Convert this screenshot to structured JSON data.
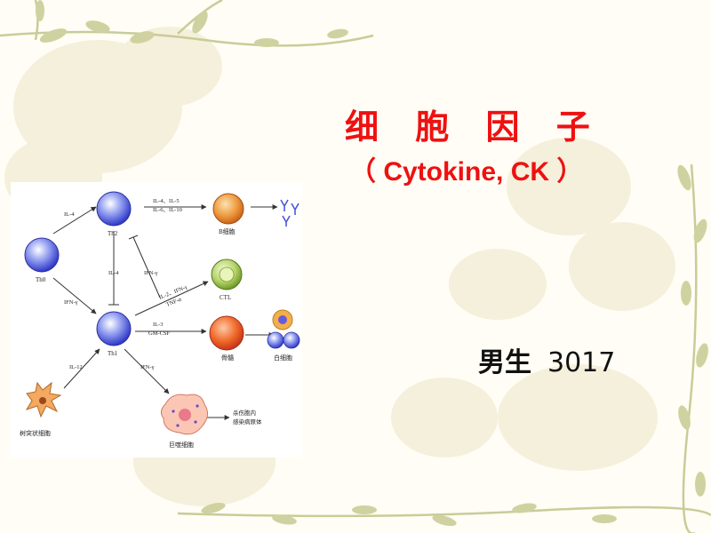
{
  "slide": {
    "title": "细 胞 因 子",
    "subtitle": "（ Cytokine, CK ）",
    "author_name": "男生",
    "author_number": "3017"
  },
  "colors": {
    "title": "#ee1111",
    "text": "#111111",
    "background": "#fffdf5",
    "vine": "#c8cc98"
  },
  "diagram": {
    "cells": {
      "th0": "Th0",
      "th2": "Th2",
      "th1": "Th1",
      "bcell": "B细胞",
      "ctl": "CTL",
      "marrow": "骨髓",
      "wbc": "白细胞",
      "dendritic": "树突状细胞",
      "macrophage": "巨噬细胞"
    },
    "labels": {
      "th0_th2": "IL-4",
      "th0_th1": "IFN-γ",
      "th1_th2": "IL-4",
      "th2_th1": "IFN-γ",
      "th2_b_line1": "IL-4、IL-5",
      "th2_b_line2": "IL-6、IL-10",
      "th1_ctl_line1": "IL-2、IFN-γ",
      "th1_ctl_line2": "TNF-α",
      "th1_marrow_line1": "IL-3",
      "th1_marrow_line2": "GM-CSF",
      "dc_th1": "IL-12",
      "th1_mac": "IFN-γ",
      "kill_line1": "杀伤胞内",
      "kill_line2": "感染病原体"
    }
  }
}
